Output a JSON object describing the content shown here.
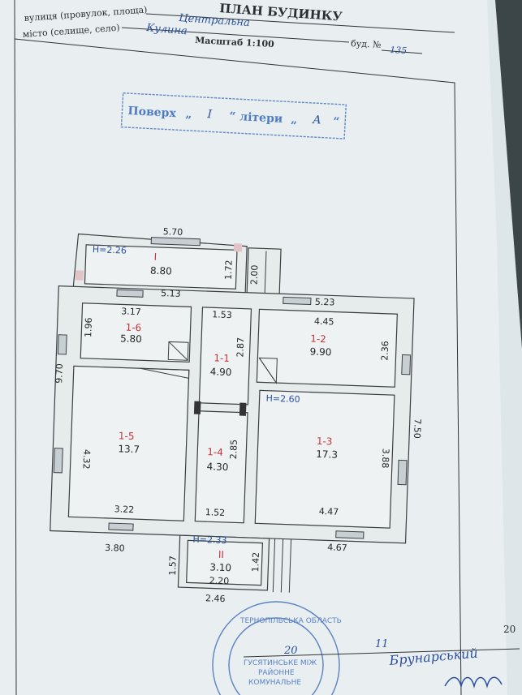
{
  "header": {
    "title": "ПЛАН БУДИНКУ",
    "street_label": "вулиця (провулок, площа)",
    "street_value": "Центральна",
    "city_label": "місто (селище, село)",
    "city_value": "Кулина",
    "building_label": "буд. №",
    "building_value": "135",
    "scale": "Масштаб 1:100"
  },
  "floor_stamp": {
    "prefix": "Поверх",
    "floor_value": "I",
    "middle": "літери",
    "letter_value": "А"
  },
  "rooms": [
    {
      "id": "I",
      "area": "8.80",
      "height": "H=2.26"
    },
    {
      "id": "1-6",
      "area": "5.80"
    },
    {
      "id": "1-1",
      "area": "4.90"
    },
    {
      "id": "1-2",
      "area": "9.90"
    },
    {
      "id": "1-5",
      "area": "13.7"
    },
    {
      "id": "1-4",
      "area": "4.30"
    },
    {
      "id": "1-3",
      "area": "17.3",
      "height": "H=2.60"
    },
    {
      "id": "II",
      "area": "3.10",
      "height": "H=2.33"
    }
  ],
  "dimensions": {
    "top_outer": "5.70",
    "top_inner": "5.13",
    "side_room_i": "1.72",
    "side_room_i_outer": "2.00",
    "room16_w": "3.17",
    "room16_h": "1.96",
    "room11_w": "1.53",
    "room11_h": "2.87",
    "room12_w": "4.45",
    "room12_h": "2.36",
    "right_top": "5.23",
    "left_total": "9.70",
    "right_total": "7.50",
    "room15_h": "4.32",
    "room15_w": "3.22",
    "room14_h": "2.85",
    "room14_w": "1.52",
    "room13_h": "3.88",
    "room13_w": "4.47",
    "bottom_left": "3.80",
    "bottom_right": "4.67",
    "porch_left": "1.57",
    "porch_right": "1.42",
    "porch_inner": "2.20",
    "porch_outer": "2.46"
  },
  "footer": {
    "day": "20",
    "date_num": "11",
    "year_prefix": "20",
    "signature": "Брунарський",
    "stamp_lines": [
      "ГУСЯТИНСЬКЕ МІЖ",
      "РАЙОННЕ",
      "КОМУНАЛЬНЕ"
    ],
    "stamp_ring": "ТЕРНОПІЛЬСЬКА ОБЛАСТЬ"
  }
}
